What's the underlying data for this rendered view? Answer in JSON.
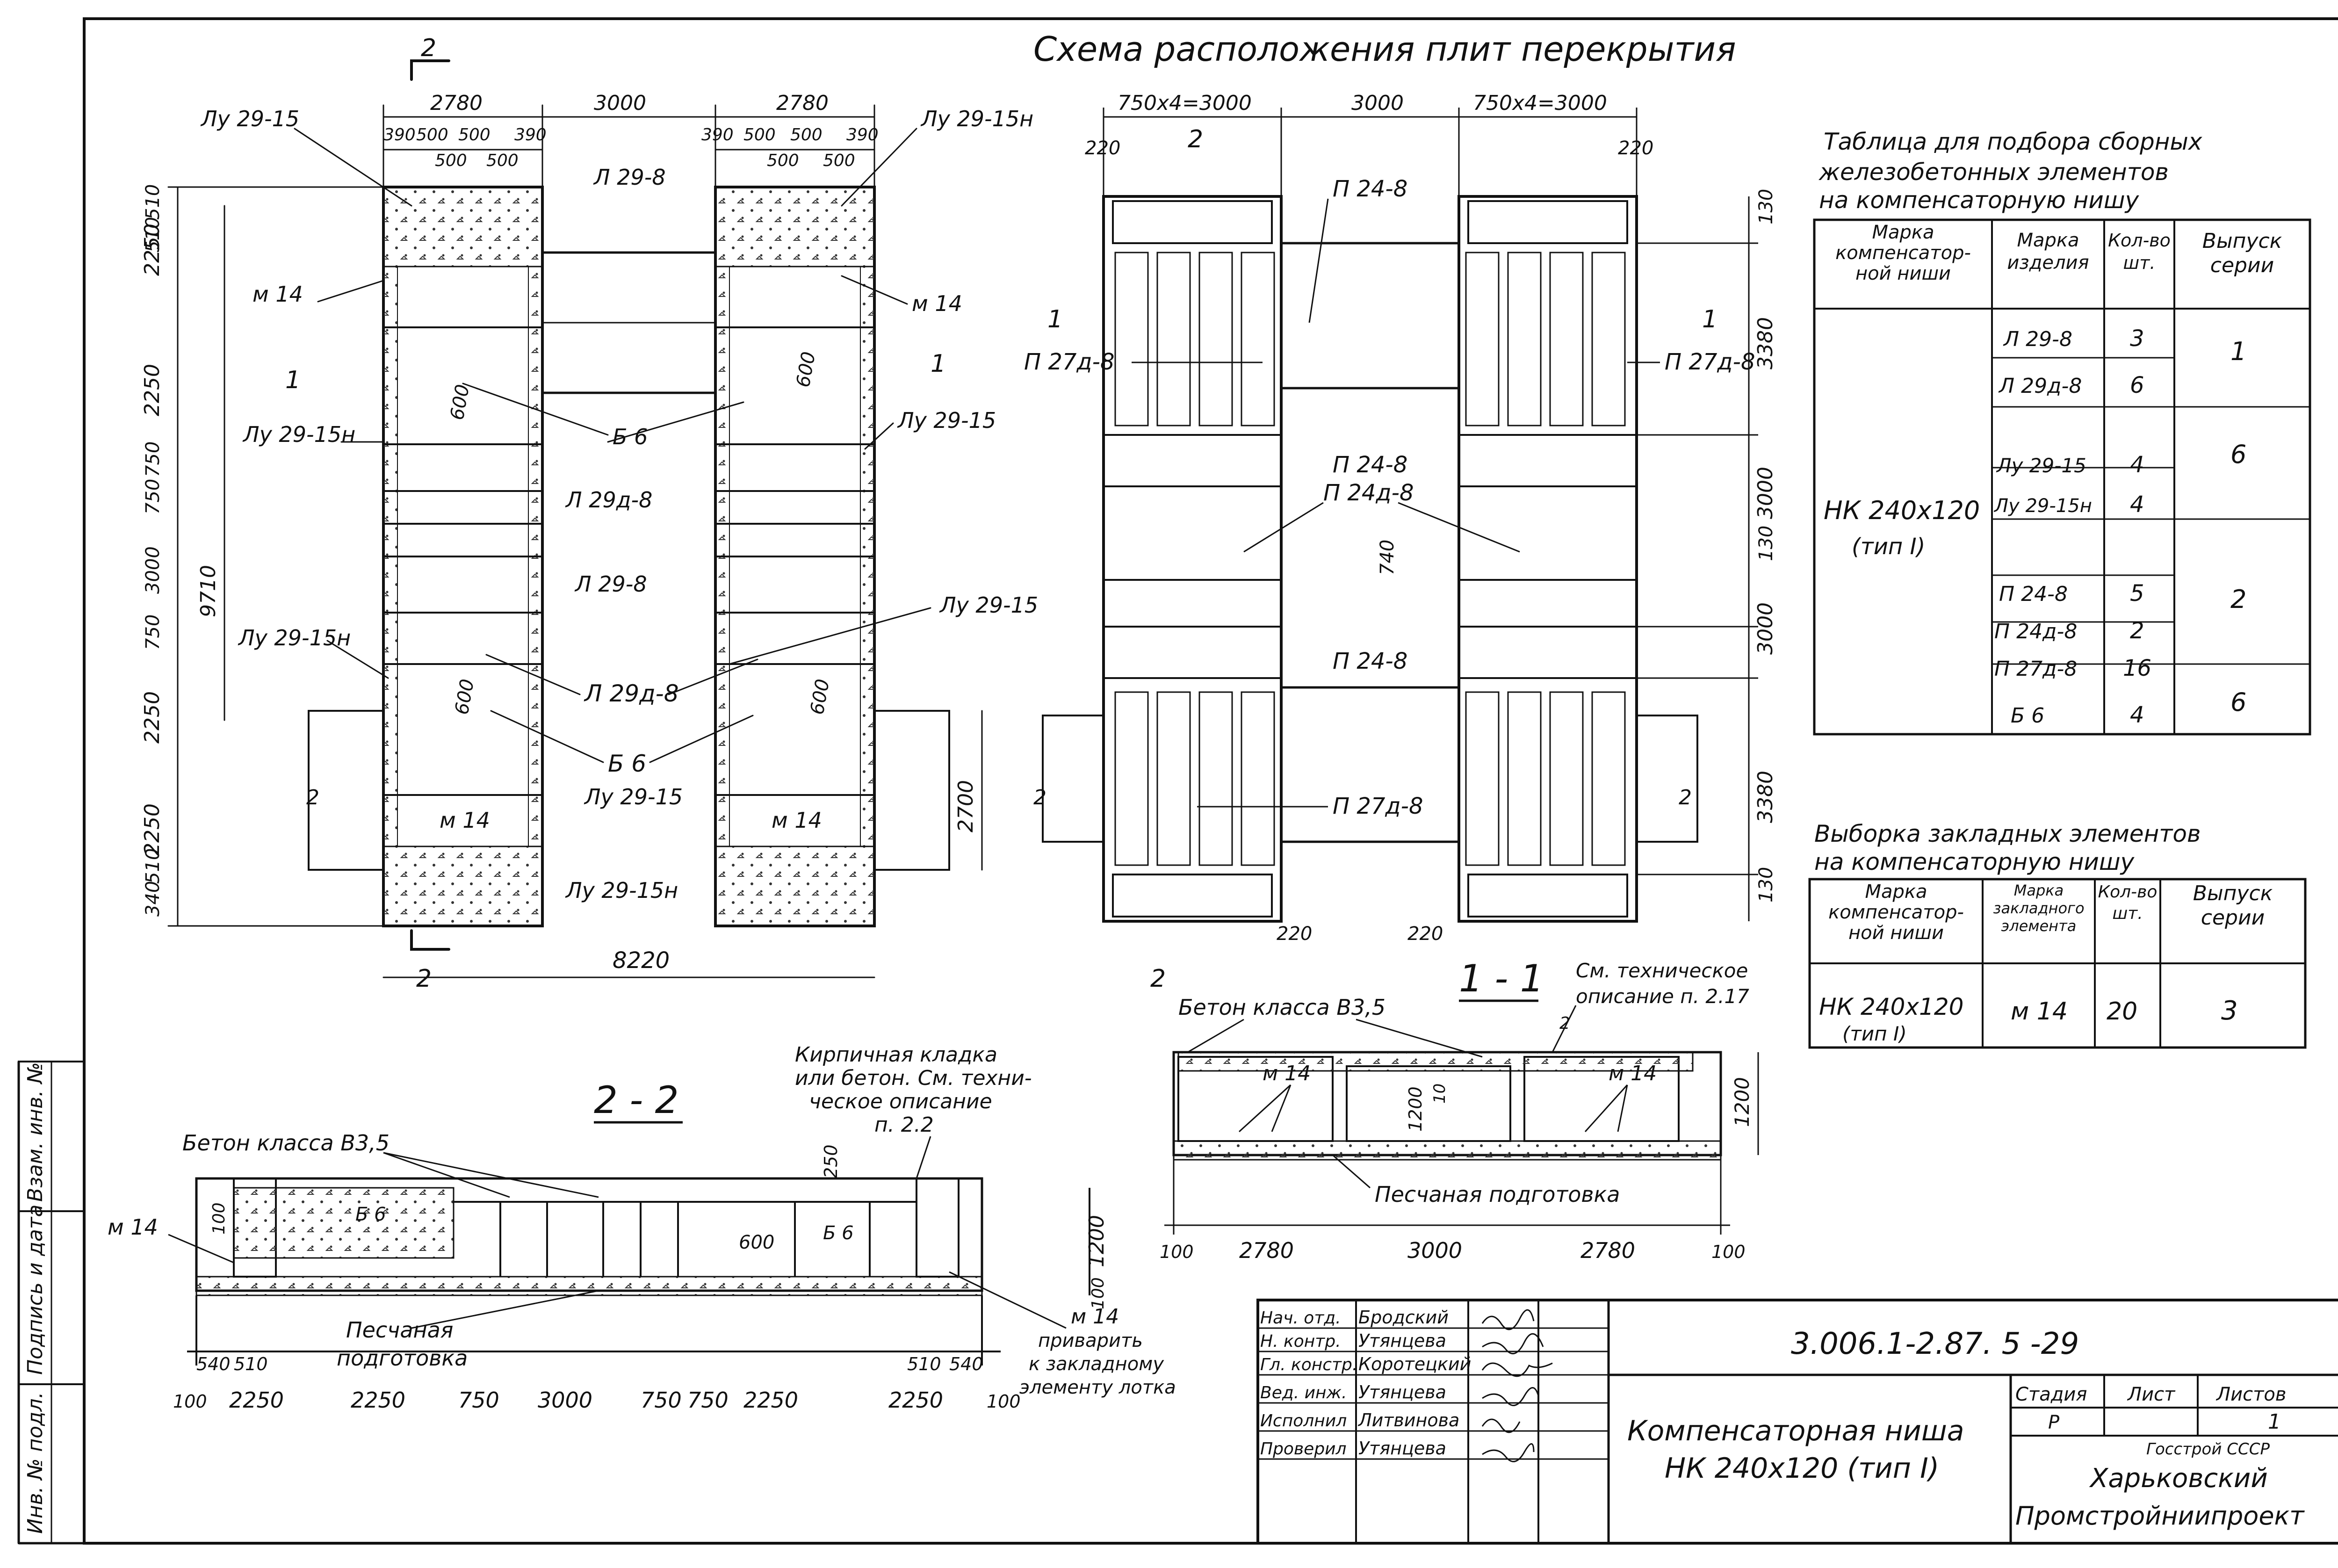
{
  "drawing": {
    "title": "Схема расположения плит перекрытия",
    "plan_left": {
      "top_dims": [
        "2780",
        "3000",
        "2780"
      ],
      "sub_dims_left": [
        "390",
        "500",
        "500",
        "390"
      ],
      "sub_dims_left2": [
        "500",
        "500"
      ],
      "sub_dims_right": [
        "390",
        "500",
        "500",
        "390"
      ],
      "sub_dims_right2": [
        "500",
        "500"
      ],
      "left_dims": [
        "2250",
        "510",
        "510",
        "2250",
        "750",
        "750",
        "3000",
        "750",
        "2250",
        "2250",
        "510",
        "340"
      ],
      "overall_height": "9710",
      "bottom_dim": "8220",
      "right_dim": "2700",
      "section_mark": "2",
      "labels": [
        "Лу 29-15",
        "Лу 29-15н",
        "Л 29-8",
        "м 14",
        "м 14",
        "Лу 29-15н",
        "1",
        "1",
        "Лу 29-15",
        "Б 6",
        "Л 29д-8",
        "Л 29-8",
        "Лу 29-15н",
        "Лу 29-15",
        "Л 29д-8",
        "Б 6",
        "Лу 29-15",
        "м 14",
        "м 14",
        "Лу 29-15н",
        "600",
        "600",
        "600",
        "600",
        "2",
        "2"
      ]
    },
    "plan_right": {
      "top_dims": [
        "750х4=3000",
        "3000",
        "750х4=3000"
      ],
      "side_dims": [
        "220",
        "220",
        "220",
        "220"
      ],
      "right_dims": [
        "130",
        "3380",
        "3000",
        "130",
        "3000",
        "3380",
        "130"
      ],
      "dim_740": "740",
      "labels": [
        "П 24-8",
        "П 27д-8",
        "П 27д-8",
        "П 24-8",
        "П 24д-8",
        "П 24-8",
        "П 27д-8",
        "1",
        "1",
        "2",
        "2",
        "2",
        "2"
      ]
    },
    "section_22": {
      "title": "2 - 2",
      "labels": [
        "Бетон класса В3,5",
        "Кирпичная кладка",
        "или бетон. См. техни-",
        "ческое описание",
        "п. 2.2",
        "м 14",
        "Б 6",
        "Б 6",
        "600",
        "Песчаная",
        "подготовка",
        "м 14",
        "приварить",
        "к закладному",
        "элементу лотка",
        "250",
        "100"
      ],
      "height_dim": "1200",
      "top_dim": "100",
      "bottom_dims": [
        "100",
        "540",
        "510",
        "2250",
        "2250",
        "750",
        "3000",
        "750",
        "750",
        "2250",
        "2250",
        "510",
        "540",
        "100"
      ]
    },
    "section_11": {
      "title": "1 - 1",
      "labels": [
        "Бетон класса В3,5",
        "См. техническое",
        "описание п. 2.17",
        "м 14",
        "м 14",
        "Песчаная подготовка",
        "1200",
        "10",
        "1200",
        "2"
      ],
      "bottom_dims": [
        "100",
        "2780",
        "3000",
        "2780",
        "100"
      ]
    }
  },
  "table_prefab": {
    "title_lines": [
      "Таблица для подбора сборных",
      "железобетонных элементов",
      "на компенсаторную нишу"
    ],
    "headers": [
      "Марка компенсатор- ной ниши",
      "Марка изделия",
      "Кол-во шт.",
      "Выпуск серии"
    ],
    "niche_mark": "НК 240х120",
    "niche_type": "(тип I)",
    "rows": [
      {
        "mark": "Л 29-8",
        "qty": "3"
      },
      {
        "mark": "Л 29д-8",
        "qty": "6"
      },
      {
        "mark": "Лу 29-15",
        "qty": "4"
      },
      {
        "mark": "Лу 29-15н",
        "qty": "4"
      },
      {
        "mark": "П 24-8",
        "qty": "5"
      },
      {
        "mark": "П 24д-8",
        "qty": "2"
      },
      {
        "mark": "П 27д-8",
        "qty": "16"
      },
      {
        "mark": "Б 6",
        "qty": "4"
      }
    ],
    "series": [
      "1",
      "6",
      "2",
      "6"
    ]
  },
  "table_embedded": {
    "title_lines": [
      "Выборка закладных элементов",
      "на компенсаторную нишу"
    ],
    "headers": [
      "Марка компенсатор- ной ниши",
      "Марка закладного элемента",
      "Кол-во шт.",
      "Выпуск серии"
    ],
    "niche_mark": "НК 240х120",
    "niche_type": "(тип I)",
    "element": "м 14",
    "qty": "20",
    "series": "3"
  },
  "title_block": {
    "code": "3.006.1-2.87. 5 -29",
    "roles": [
      "Нач. отд.",
      "Н. контр.",
      "Гл. констр.",
      "Вед. инж.",
      "Исполнил",
      "Проверил"
    ],
    "names": [
      "Бродский",
      "Утянцева",
      "Коротецкий",
      "Утянцева",
      "Литвинова",
      "Утянцева"
    ],
    "name_line1": "Компенсаторная ниша",
    "name_line2": "НК 240х120 (тип I)",
    "stage_label": "Стадия",
    "sheet_label": "Лист",
    "sheets_label": "Листов",
    "stage": "Р",
    "sheets": "1",
    "org_line1": "Госстрой СССР",
    "org_line2": "Харьковский",
    "org_line3": "Промстройниипроект"
  },
  "side_stamp": [
    "Инв. № подл.",
    "Подпись и дата",
    "Взам. инв. №"
  ]
}
